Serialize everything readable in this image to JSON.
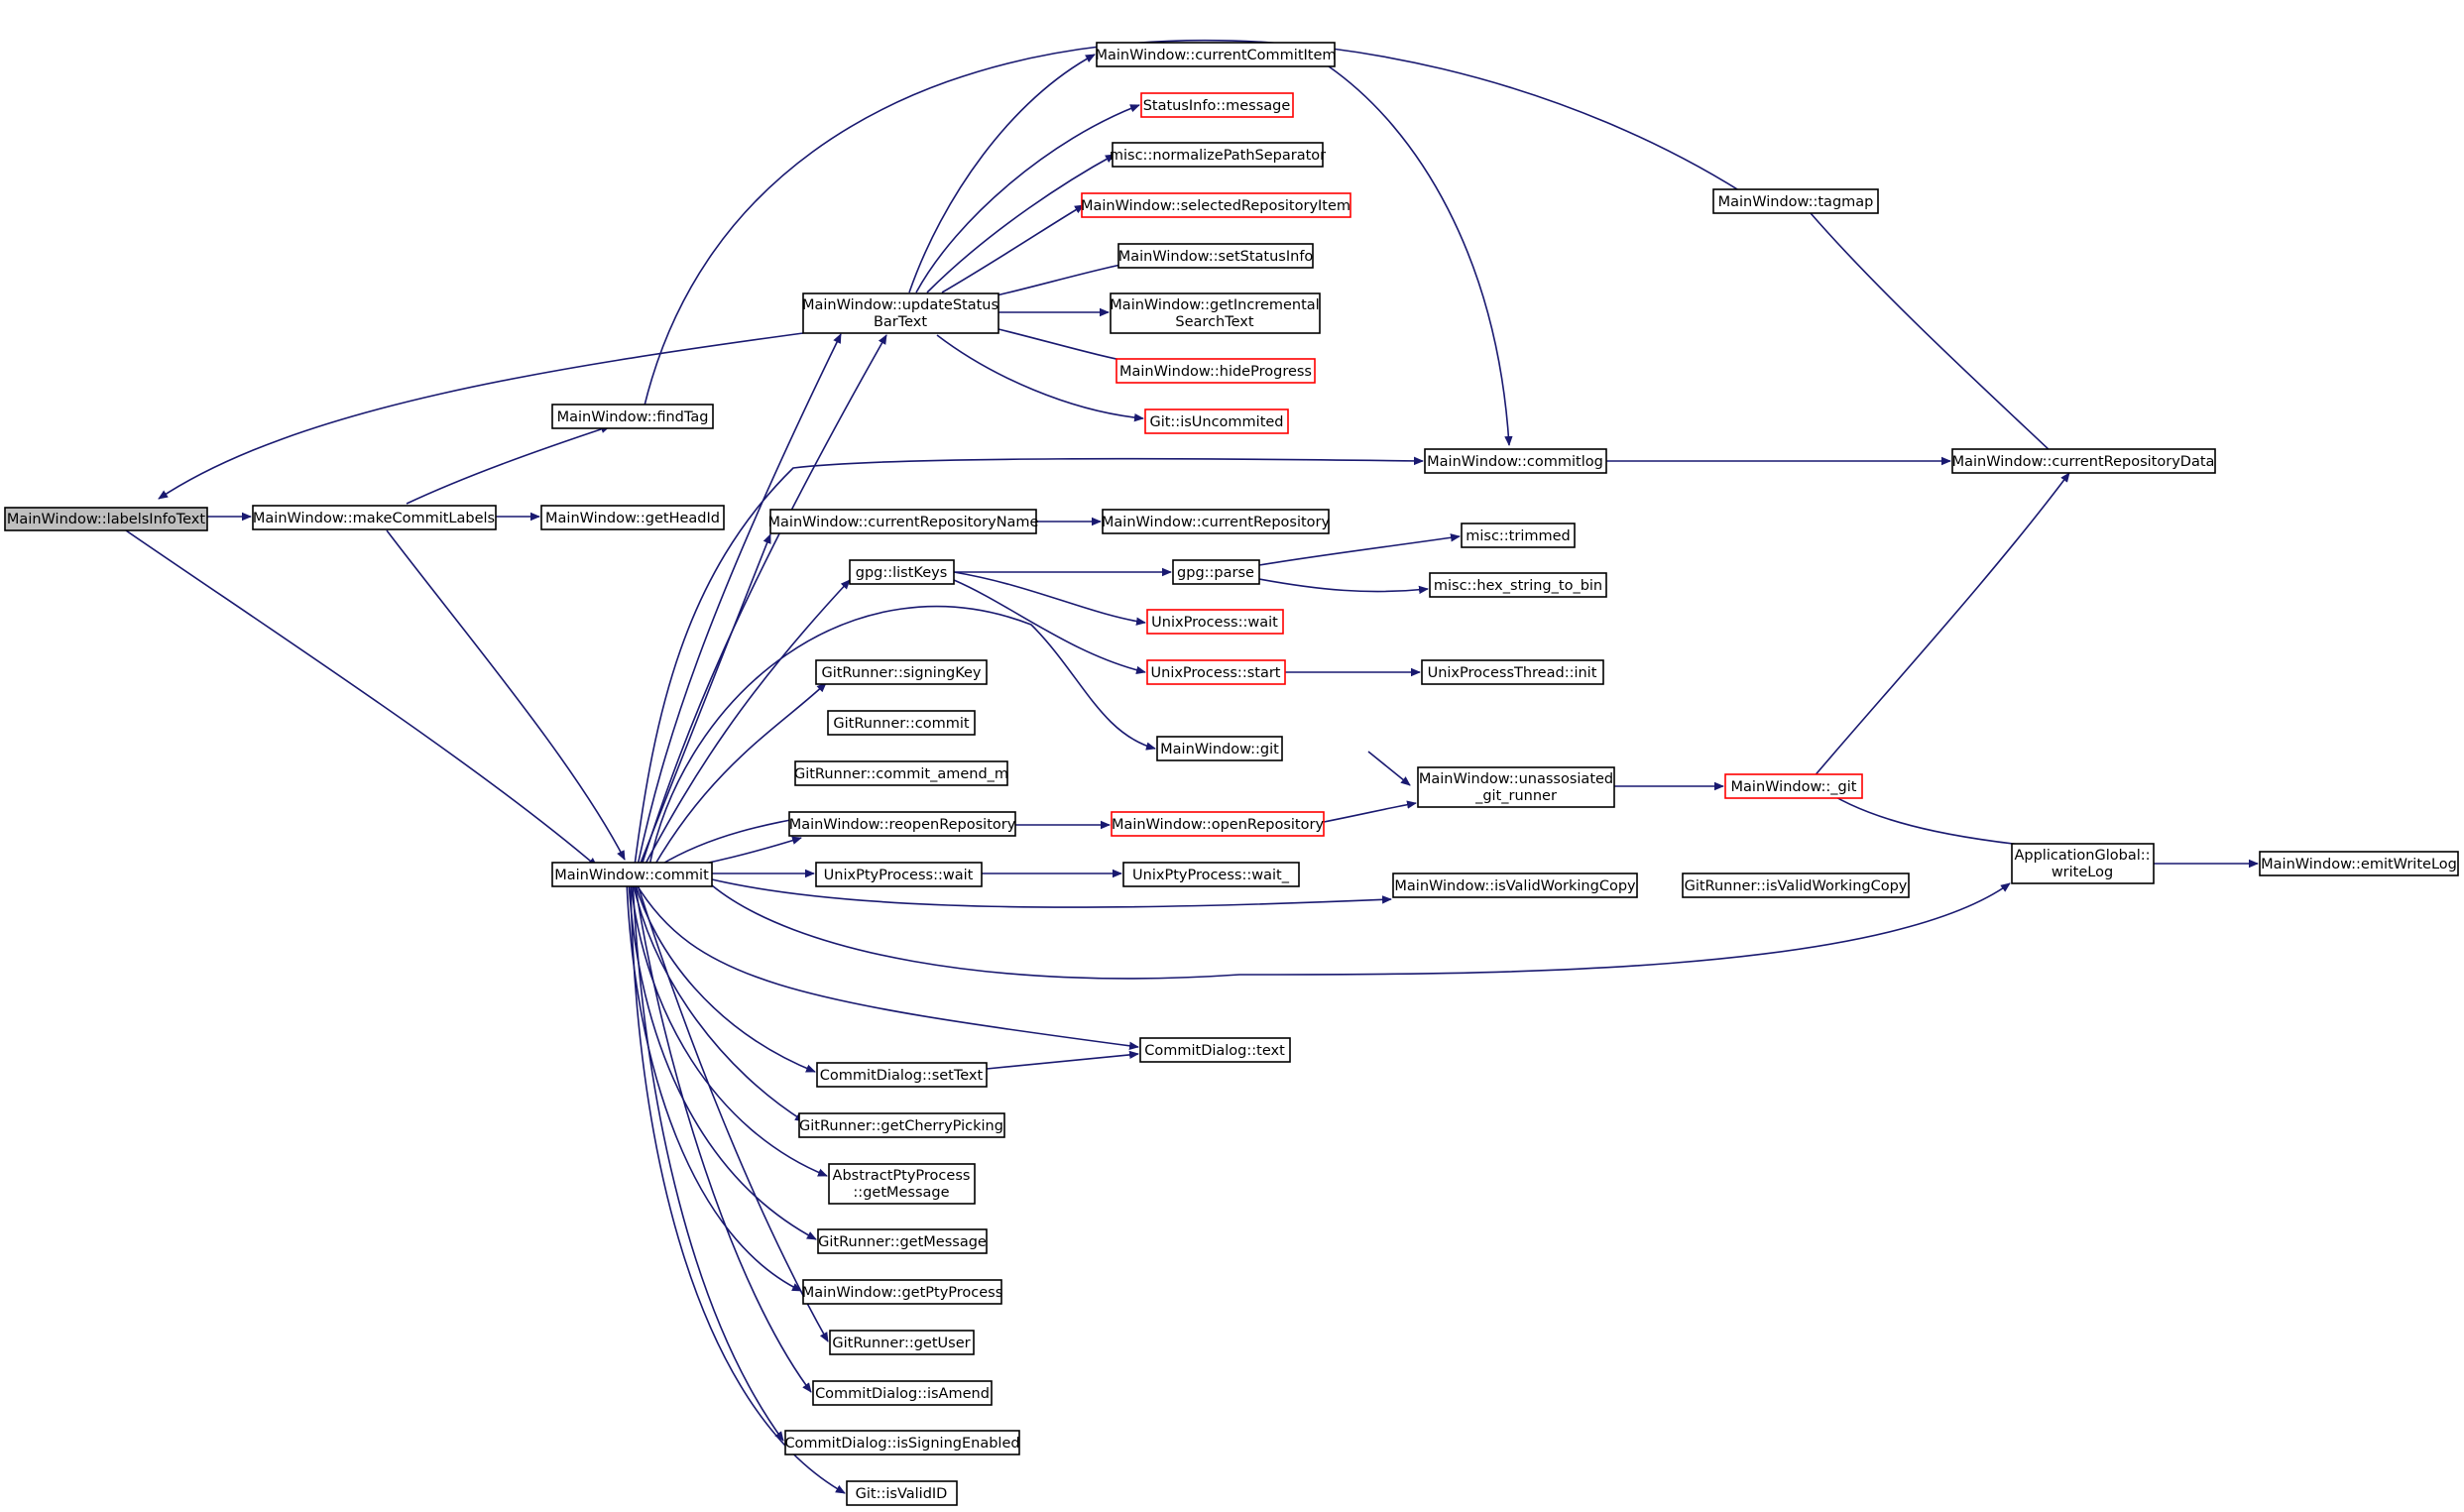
{
  "diagram": {
    "type": "call-graph",
    "colors": {
      "edge": "#191970",
      "node_border": "#000000",
      "node_border_truncated": "#ff0000",
      "root_fill": "#bfbfbf",
      "background": "#ffffff"
    },
    "nodes": [
      {
        "id": "labelsInfoText",
        "lines": [
          "MainWindow::labelsInfoText"
        ],
        "kind": "root"
      },
      {
        "id": "makeCommitLabels",
        "lines": [
          "MainWindow::makeCommitLabels"
        ]
      },
      {
        "id": "getHeadId",
        "lines": [
          "MainWindow::getHeadId"
        ]
      },
      {
        "id": "findTag",
        "lines": [
          "MainWindow::findTag"
        ]
      },
      {
        "id": "updateStatusBarText",
        "lines": [
          "MainWindow::updateStatus",
          "BarText"
        ]
      },
      {
        "id": "commit",
        "lines": [
          "MainWindow::commit"
        ]
      },
      {
        "id": "currentCommitItem",
        "lines": [
          "MainWindow::currentCommitItem"
        ]
      },
      {
        "id": "statusInfoMessage",
        "lines": [
          "StatusInfo::message"
        ],
        "kind": "red"
      },
      {
        "id": "normalizePathSeparator",
        "lines": [
          "misc::normalizePathSeparator"
        ]
      },
      {
        "id": "selectedRepositoryItem",
        "lines": [
          "MainWindow::selectedRepositoryItem"
        ],
        "kind": "red"
      },
      {
        "id": "setStatusInfo",
        "lines": [
          "MainWindow::setStatusInfo"
        ]
      },
      {
        "id": "getIncrementalSearchText",
        "lines": [
          "MainWindow::getIncremental",
          "SearchText"
        ]
      },
      {
        "id": "hideProgress",
        "lines": [
          "MainWindow::hideProgress"
        ],
        "kind": "red"
      },
      {
        "id": "isUncommited",
        "lines": [
          "Git::isUncommited"
        ],
        "kind": "red"
      },
      {
        "id": "tagmap",
        "lines": [
          "MainWindow::tagmap"
        ]
      },
      {
        "id": "commitlog",
        "lines": [
          "MainWindow::commitlog"
        ]
      },
      {
        "id": "currentRepositoryData",
        "lines": [
          "MainWindow::currentRepositoryData"
        ]
      },
      {
        "id": "currentRepositoryName",
        "lines": [
          "MainWindow::currentRepositoryName"
        ]
      },
      {
        "id": "currentRepository",
        "lines": [
          "MainWindow::currentRepository"
        ]
      },
      {
        "id": "listKeys",
        "lines": [
          "gpg::listKeys"
        ]
      },
      {
        "id": "gpgParse",
        "lines": [
          "gpg::parse"
        ]
      },
      {
        "id": "trimmed",
        "lines": [
          "misc::trimmed"
        ]
      },
      {
        "id": "hexStringToBin",
        "lines": [
          "misc::hex_string_to_bin"
        ]
      },
      {
        "id": "unixProcessWait",
        "lines": [
          "UnixProcess::wait"
        ],
        "kind": "red"
      },
      {
        "id": "unixProcessStart",
        "lines": [
          "UnixProcess::start"
        ],
        "kind": "red"
      },
      {
        "id": "unixProcessThreadInit",
        "lines": [
          "UnixProcessThread::init"
        ]
      },
      {
        "id": "signingKey",
        "lines": [
          "GitRunner::signingKey"
        ]
      },
      {
        "id": "gitRunnerCommit",
        "lines": [
          "GitRunner::commit"
        ]
      },
      {
        "id": "commitAmendM",
        "lines": [
          "GitRunner::commit_amend_m"
        ]
      },
      {
        "id": "mainWindowGit",
        "lines": [
          "MainWindow::git"
        ]
      },
      {
        "id": "unassosiatedGitRunner",
        "lines": [
          "MainWindow::unassosiated",
          "_git_runner"
        ]
      },
      {
        "id": "underscoreGit",
        "lines": [
          "MainWindow::_git"
        ],
        "kind": "red"
      },
      {
        "id": "reopenRepository",
        "lines": [
          "MainWindow::reopenRepository"
        ]
      },
      {
        "id": "openRepository",
        "lines": [
          "MainWindow::openRepository"
        ],
        "kind": "red"
      },
      {
        "id": "unixPtyWait",
        "lines": [
          "UnixPtyProcess::wait"
        ]
      },
      {
        "id": "unixPtyWaitUnderscore",
        "lines": [
          "UnixPtyProcess::wait_"
        ]
      },
      {
        "id": "mwIsValidWorkingCopy",
        "lines": [
          "MainWindow::isValidWorkingCopy"
        ]
      },
      {
        "id": "grIsValidWorkingCopy",
        "lines": [
          "GitRunner::isValidWorkingCopy"
        ]
      },
      {
        "id": "writeLog",
        "lines": [
          "ApplicationGlobal::",
          "writeLog"
        ]
      },
      {
        "id": "emitWriteLog",
        "lines": [
          "MainWindow::emitWriteLog"
        ]
      },
      {
        "id": "commitDialogText",
        "lines": [
          "CommitDialog::text"
        ]
      },
      {
        "id": "commitDialogSetText",
        "lines": [
          "CommitDialog::setText"
        ]
      },
      {
        "id": "getCherryPicking",
        "lines": [
          "GitRunner::getCherryPicking"
        ]
      },
      {
        "id": "abstractPtyGetMessage",
        "lines": [
          "AbstractPtyProcess",
          "::getMessage"
        ]
      },
      {
        "id": "gitRunnerGetMessage",
        "lines": [
          "GitRunner::getMessage"
        ]
      },
      {
        "id": "getPtyProcess",
        "lines": [
          "MainWindow::getPtyProcess"
        ]
      },
      {
        "id": "getUser",
        "lines": [
          "GitRunner::getUser"
        ]
      },
      {
        "id": "isAmend",
        "lines": [
          "CommitDialog::isAmend"
        ]
      },
      {
        "id": "isSigningEnabled",
        "lines": [
          "CommitDialog::isSigningEnabled"
        ]
      },
      {
        "id": "isValidID",
        "lines": [
          "Git::isValidID"
        ]
      }
    ]
  }
}
